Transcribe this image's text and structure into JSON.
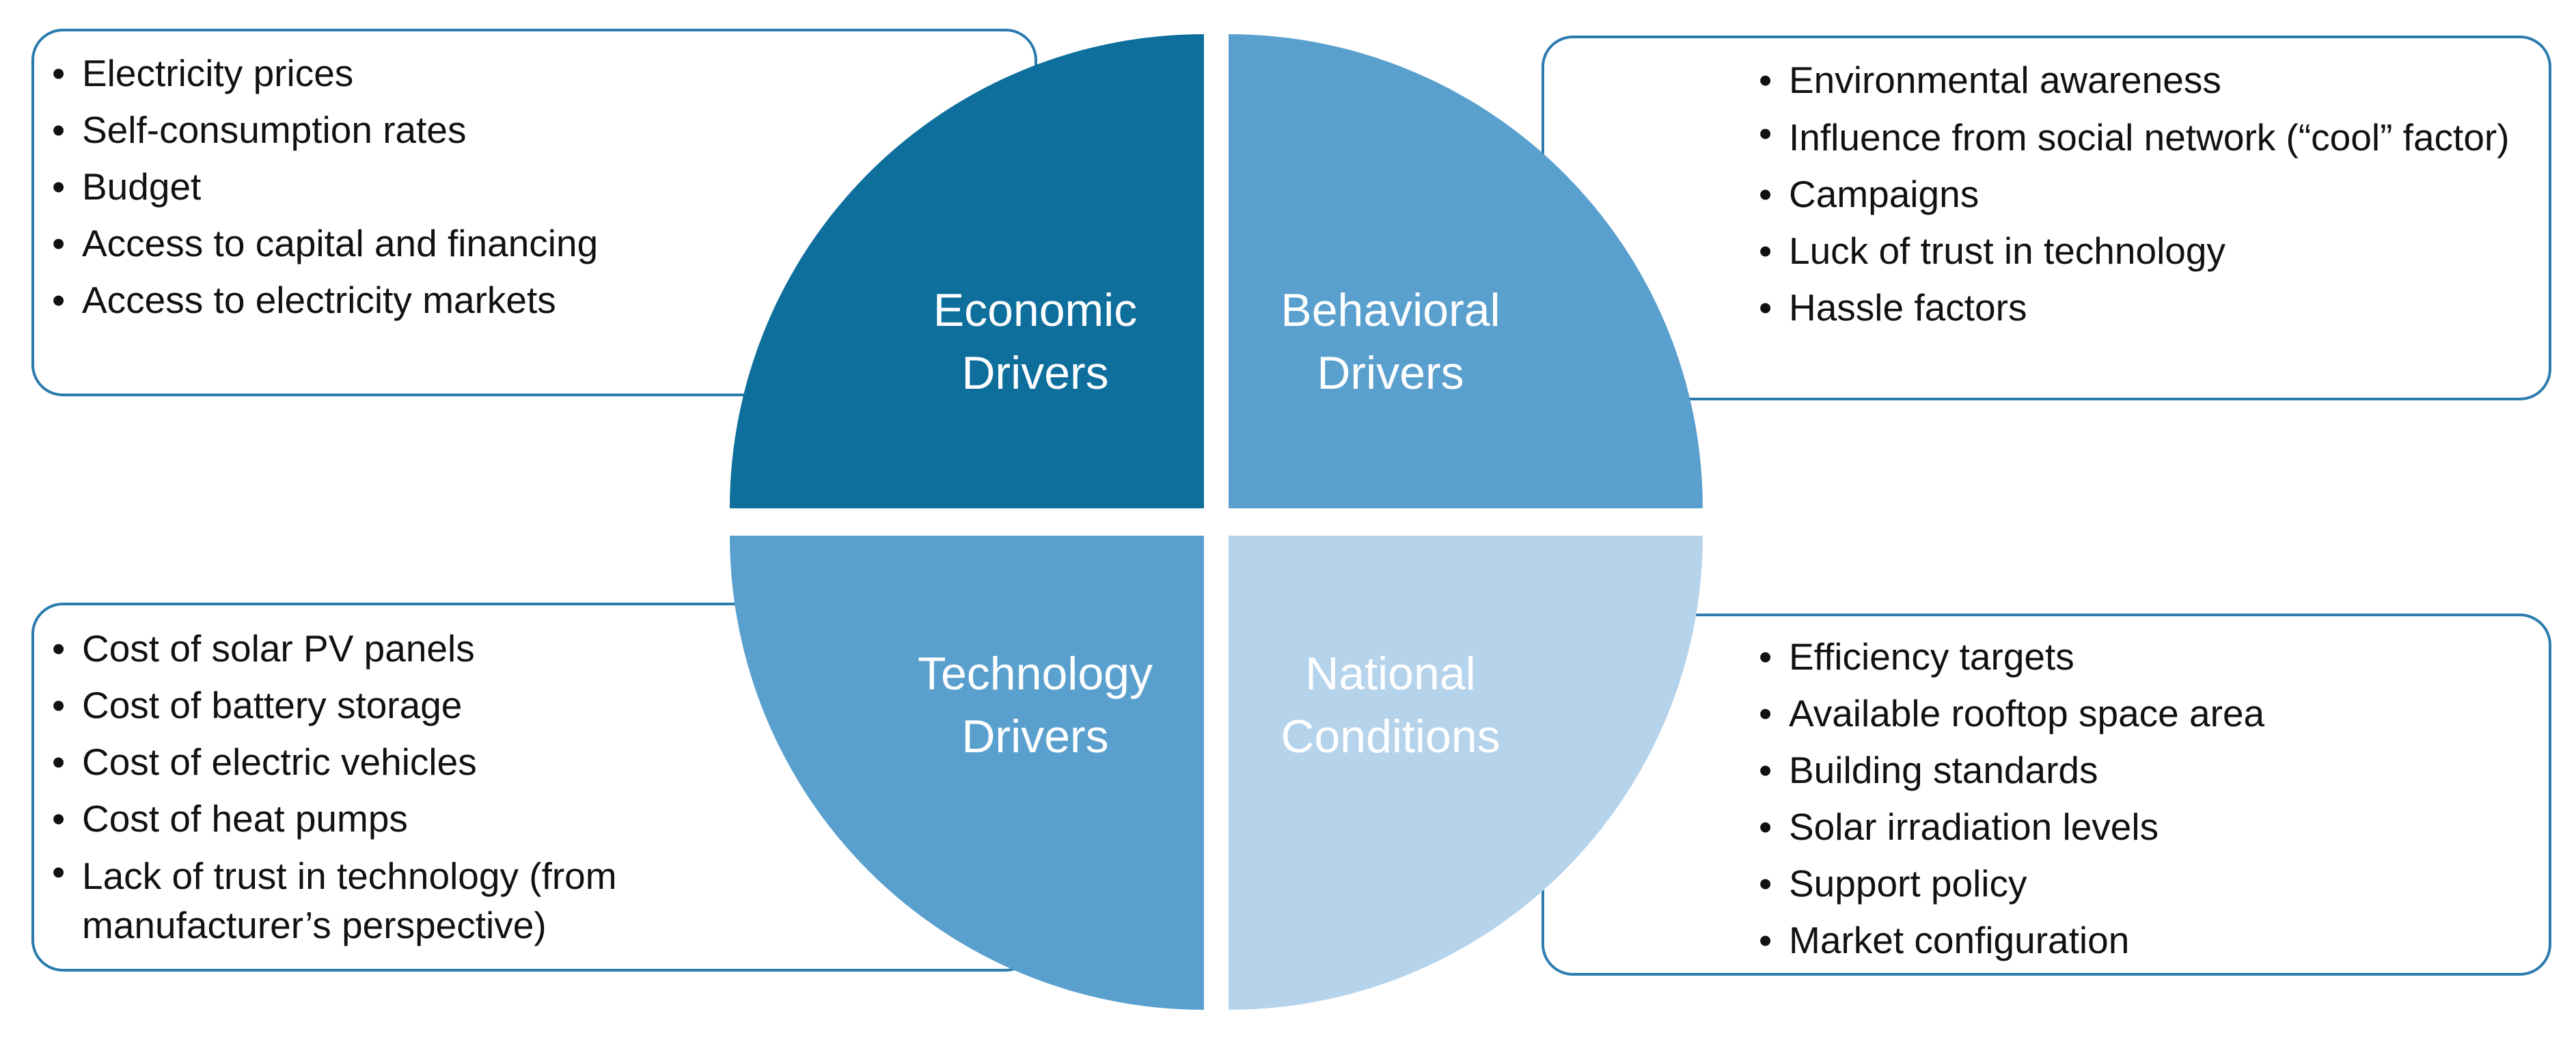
{
  "quadrants": [
    {
      "label": "Economic\nDrivers",
      "color": "#0e6e9c"
    },
    {
      "label": "Behavioral\nDrivers",
      "color": "#5aa0ce"
    },
    {
      "label": "Technology\nDrivers",
      "color": "#5aa0ce"
    },
    {
      "label": "National\nConditions",
      "color": "#b6d3ec"
    }
  ],
  "economic": [
    "Electricity prices",
    "Self-consumption rates",
    "Budget",
    "Access to capital and financing",
    "Access to electricity markets"
  ],
  "behavioral": [
    "Environmental awareness",
    "Influence from social network (“cool” factor)",
    "Campaigns",
    "Luck of trust in technology",
    "Hassle factors"
  ],
  "technology": [
    "Cost of solar PV panels",
    "Cost of battery storage",
    "Cost of electric vehicles",
    "Cost of heat pumps",
    "Lack of trust in technology (from manufacturer’s perspective)"
  ],
  "national": [
    "Efficiency targets",
    "Available rooftop space area",
    "Building standards",
    "Solar irradiation levels",
    "Support policy",
    "Market configuration"
  ],
  "colors": {
    "border": "#2b7bae",
    "text": "#111111"
  }
}
